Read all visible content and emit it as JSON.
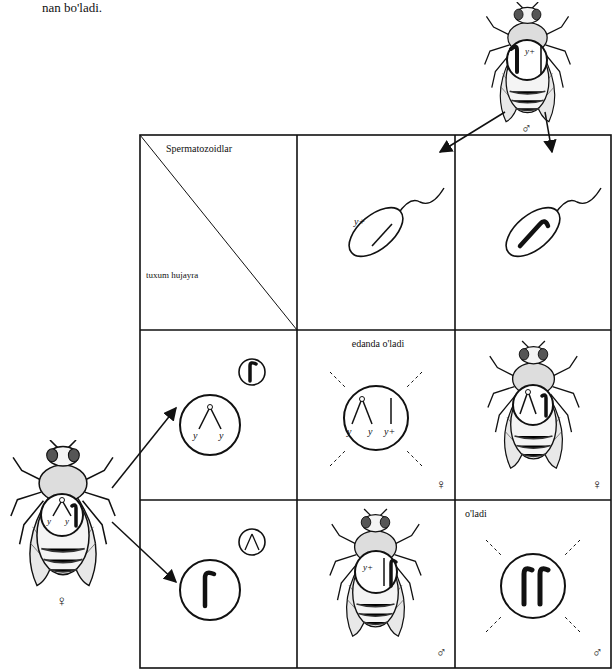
{
  "diagram": {
    "nodes": [
      {
        "text": [
          "Spermatozoidlar",
          "tuxum hujayra"
        ]
      },
      {
        "text": [
          "edanda o'ladi"
        ]
      },
      {
        "text": [
          "o'ladi"
        ]
      }
    ],
    "labels": [
      "nan bo'ladi.",
      "y+",
      "♂",
      "y+",
      "y",
      "y",
      "♀",
      "y",
      "y",
      "y",
      "y",
      "y+",
      "♀",
      "♀",
      "y+",
      "♂",
      "♂"
    ]
  }
}
